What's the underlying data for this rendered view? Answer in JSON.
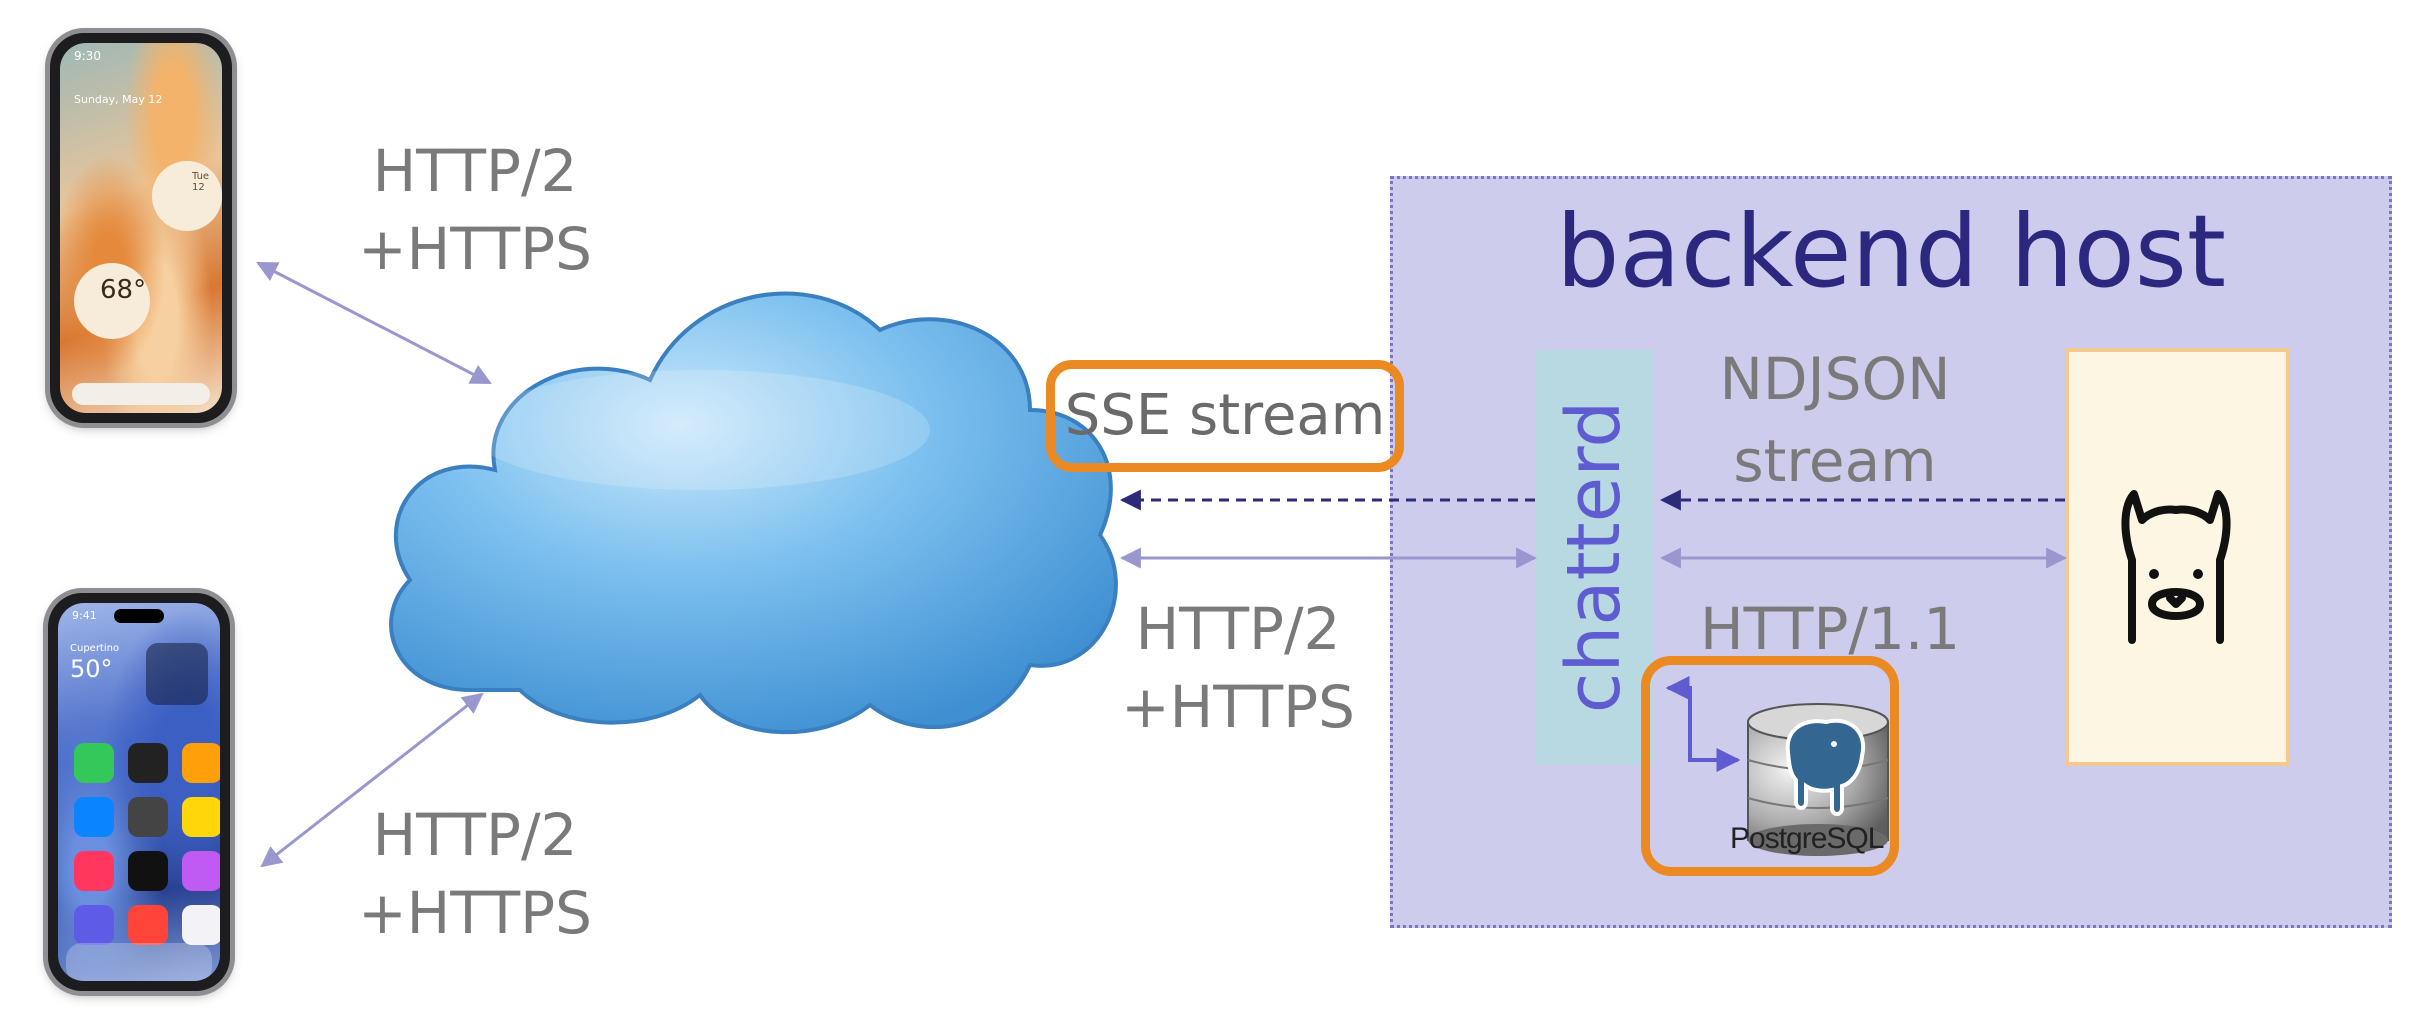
{
  "labels": {
    "android_link": [
      "HTTP/2",
      "+HTTPS"
    ],
    "ios_link": [
      "HTTP/2",
      "+HTTPS"
    ],
    "cloud_link": [
      "HTTP/2",
      "+HTTPS"
    ],
    "sse": "SSE stream",
    "backend_title": "backend host",
    "chatterd": "chatterd",
    "ndjson": [
      "NDJSON",
      "stream"
    ],
    "http11": "HTTP/1.1",
    "postgres": "PostgreSQL"
  },
  "android_phone": {
    "status_time": "9:30",
    "date": "Sunday, May 12",
    "clock_day": "Tue 12",
    "temperature": "68°"
  },
  "ios_phone": {
    "status_time": "9:41",
    "location": "Cupertino",
    "temperature": "50°"
  },
  "colors": {
    "label_gray": "#7a7a7a",
    "backend_fill": "#cdccec",
    "backend_title": "#2c2880",
    "chatterd_fill": "#b8d8e2",
    "chatterd_text": "#5f5bd0",
    "highlight_orange": "#eb8a22",
    "arrow_solid": "#9a97cf",
    "arrow_dashed": "#2d2a7a",
    "cloud_blue": "#6fb6ea",
    "llm_fill": "#fdf6e2"
  },
  "icons": [
    "android-phone-icon",
    "iphone-icon",
    "cloud-icon",
    "llama-icon",
    "postgresql-elephant-icon",
    "database-cylinder-icon"
  ]
}
